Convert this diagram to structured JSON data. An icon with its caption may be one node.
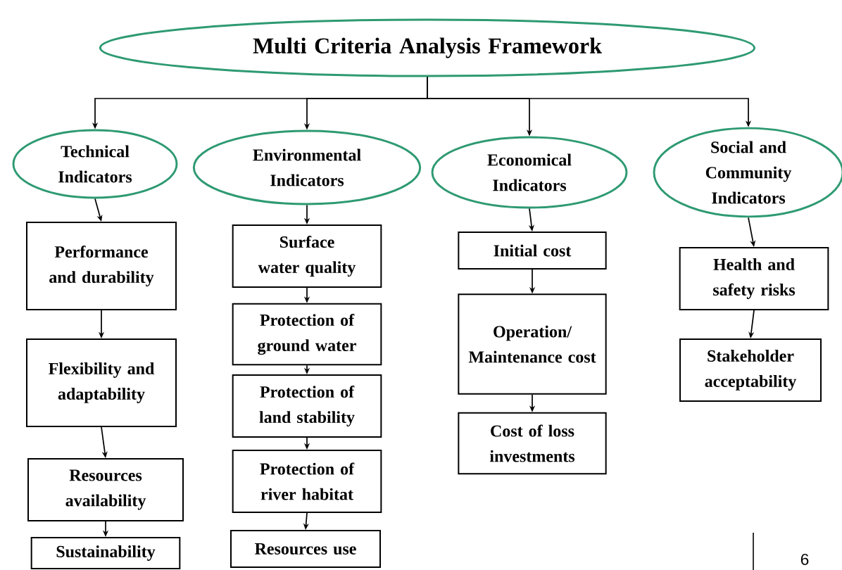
{
  "diagram": {
    "nodes": [
      {
        "text": [
          "Multi Criteria Analysis Framework"
        ]
      },
      {
        "text": [
          "Technical Indicators"
        ]
      },
      {
        "text": [
          "Environmental Indicators"
        ]
      },
      {
        "text": [
          "Economical Indicators"
        ]
      },
      {
        "text": [
          "Social and Community Indicators"
        ]
      },
      {
        "text": [
          "Performance and durability"
        ]
      },
      {
        "text": [
          "Flexibility and adaptability"
        ]
      },
      {
        "text": [
          "Resources availability"
        ]
      },
      {
        "text": [
          "Sustainability"
        ]
      },
      {
        "text": [
          "Surface water quality"
        ]
      },
      {
        "text": [
          "Protection of ground water"
        ]
      },
      {
        "text": [
          "Protection of land stability"
        ]
      },
      {
        "text": [
          "Protection of river habitat"
        ]
      },
      {
        "text": [
          "Resources use"
        ]
      },
      {
        "text": [
          "Initial cost"
        ]
      },
      {
        "text": [
          "Operation/ Maintenance cost"
        ]
      },
      {
        "text": [
          "Cost of loss investments"
        ]
      },
      {
        "text": [
          "Health and safety risks"
        ]
      },
      {
        "text": [
          "Stakeholder acceptability"
        ]
      }
    ],
    "edges": [
      {
        "from": 0,
        "to": 1,
        "arrow": "to"
      },
      {
        "from": 0,
        "to": 2,
        "arrow": "to"
      },
      {
        "from": 0,
        "to": 3,
        "arrow": "to"
      },
      {
        "from": 0,
        "to": 4,
        "arrow": "to"
      },
      {
        "from": 1,
        "to": 5,
        "arrow": "to"
      },
      {
        "from": 5,
        "to": 6,
        "arrow": "to"
      },
      {
        "from": 6,
        "to": 7,
        "arrow": "to"
      },
      {
        "from": 7,
        "to": 8,
        "arrow": "to"
      },
      {
        "from": 2,
        "to": 9,
        "arrow": "to"
      },
      {
        "from": 9,
        "to": 10,
        "arrow": "to"
      },
      {
        "from": 10,
        "to": 11,
        "arrow": "to"
      },
      {
        "from": 11,
        "to": 12,
        "arrow": "to"
      },
      {
        "from": 12,
        "to": 13,
        "arrow": "to"
      },
      {
        "from": 3,
        "to": 14,
        "arrow": "to"
      },
      {
        "from": 14,
        "to": 15,
        "arrow": "to"
      },
      {
        "from": 15,
        "to": 16,
        "arrow": "to"
      },
      {
        "from": 4,
        "to": 17,
        "arrow": "to"
      },
      {
        "from": 17,
        "to": 18,
        "arrow": "to"
      }
    ],
    "labels": [
      "6"
    ]
  }
}
